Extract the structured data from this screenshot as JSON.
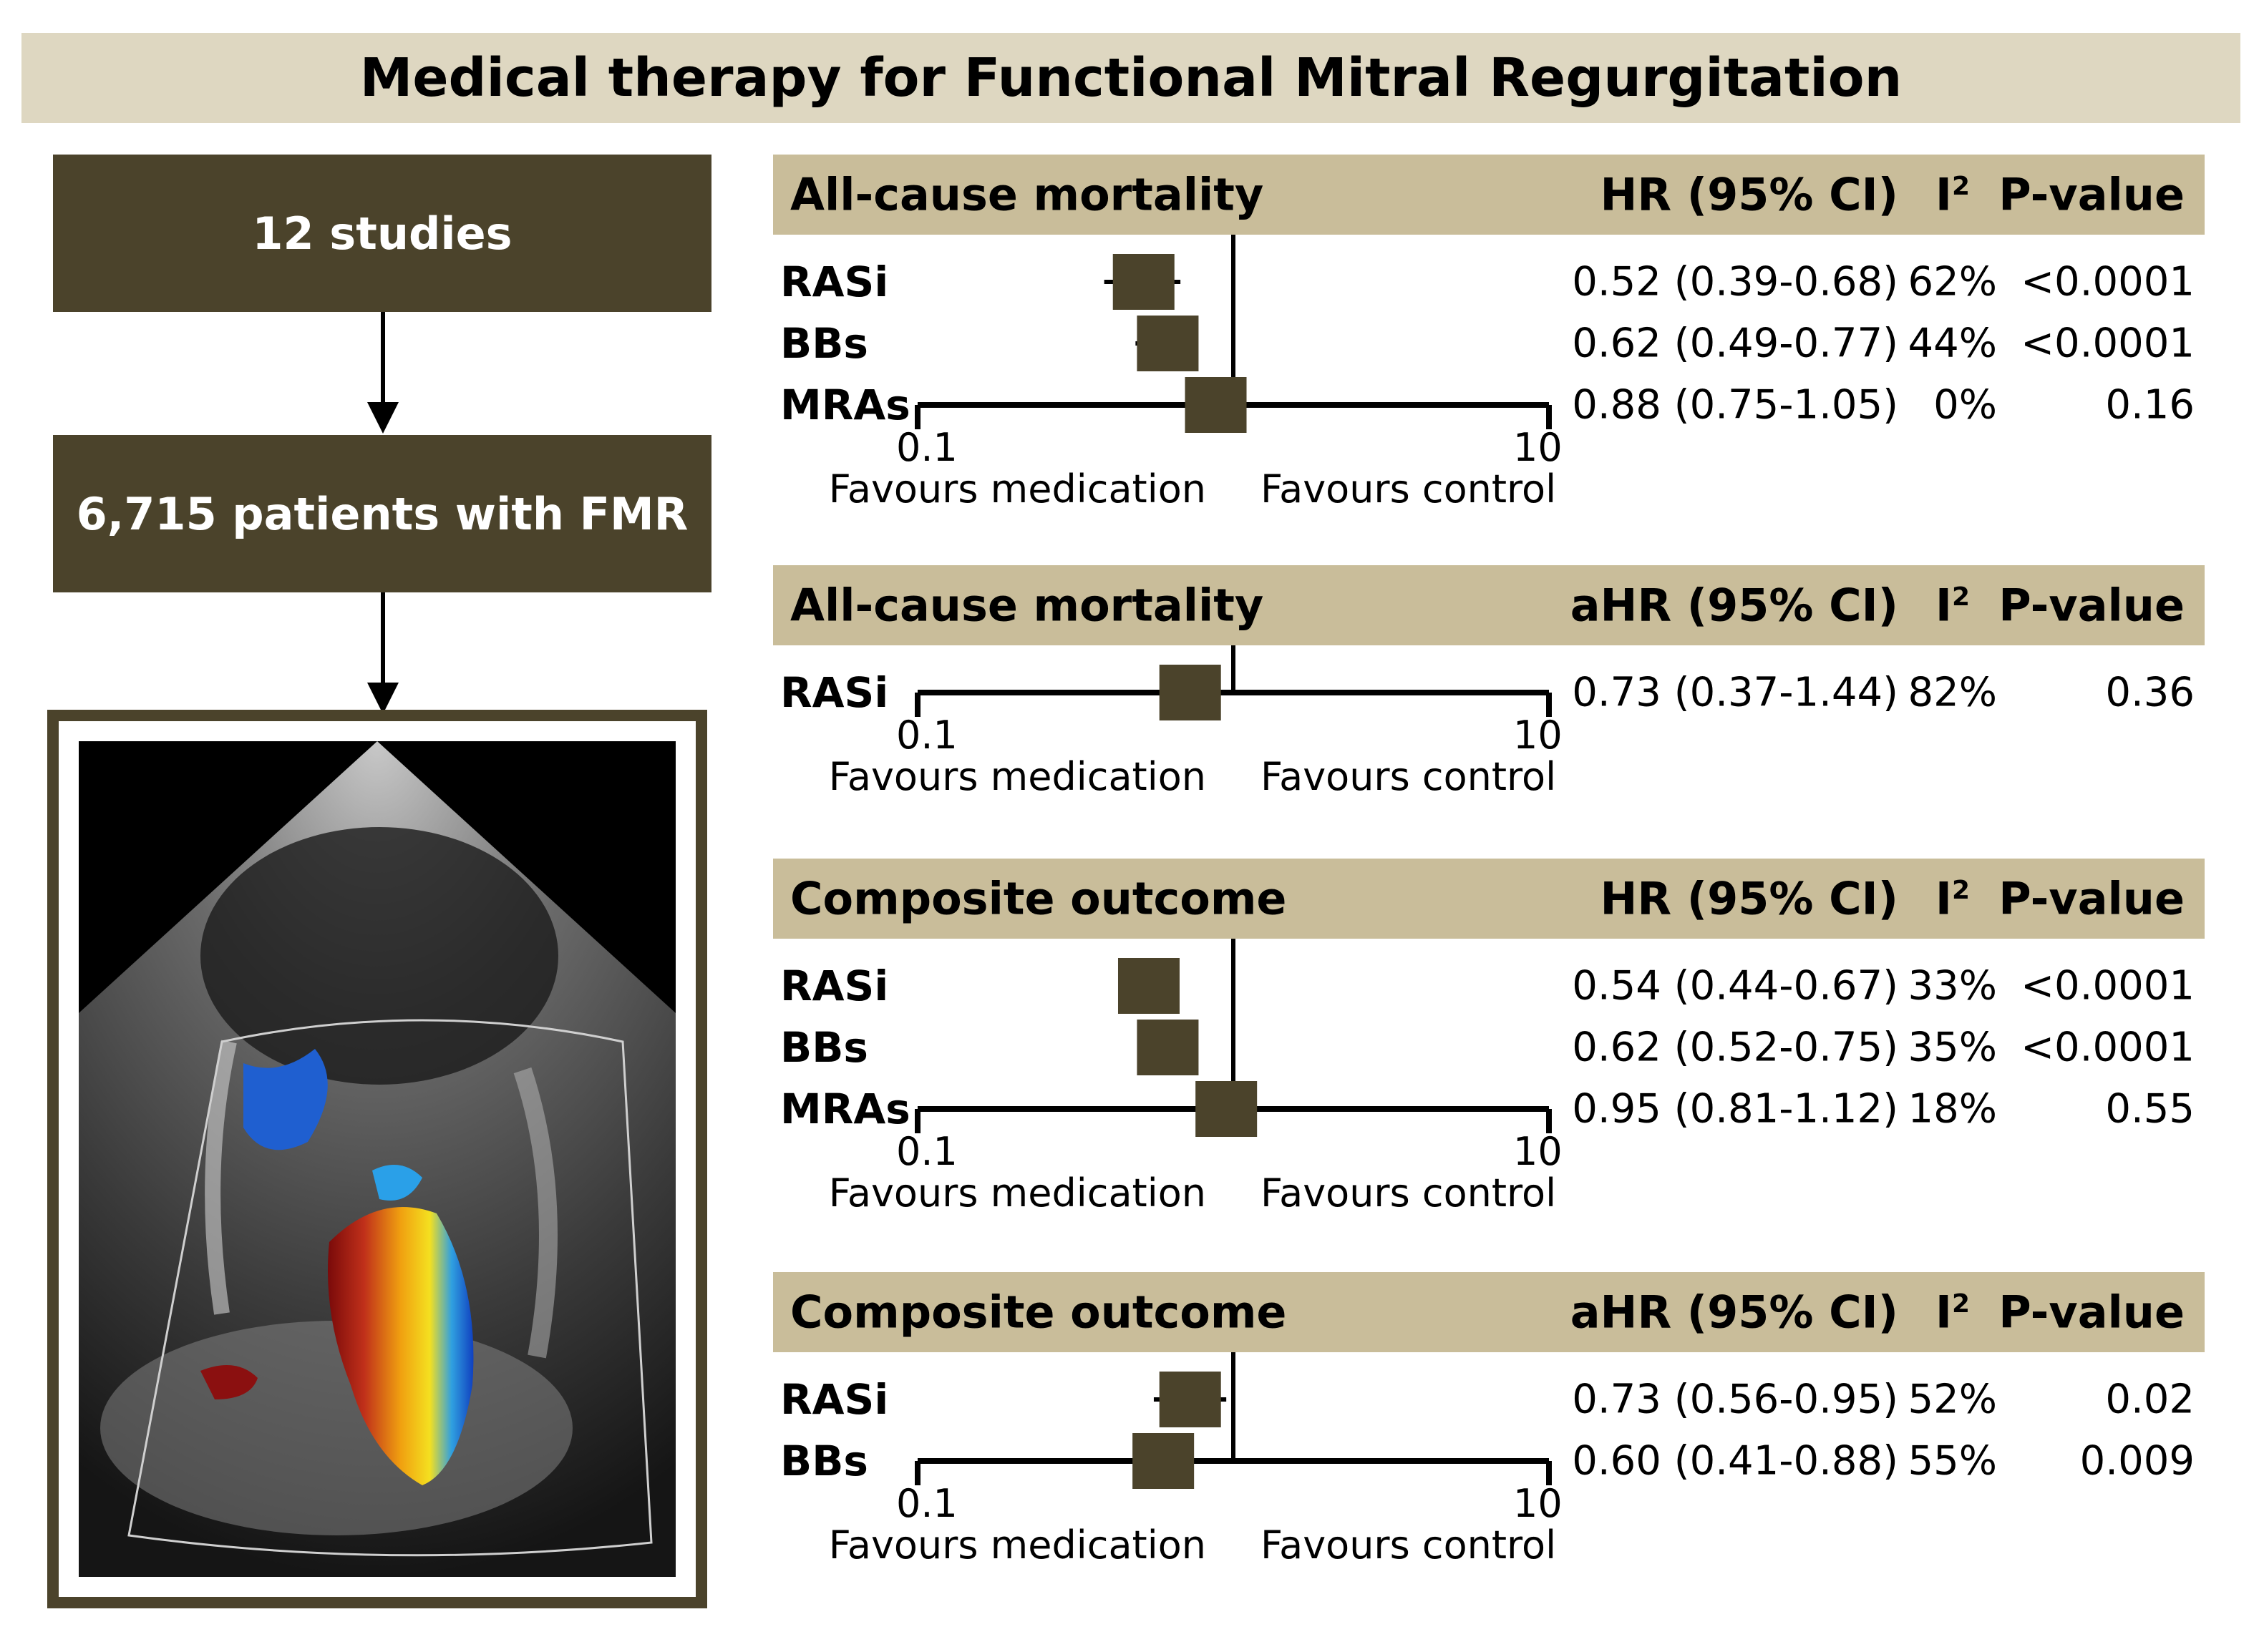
{
  "title": "Medical therapy for Functional Mitral Regurgitation",
  "flow": {
    "studies": "12 studies",
    "patients": "6,715 patients with FMR"
  },
  "panels": [
    {
      "title": "All-cause mortality",
      "cols": {
        "hr": "HR (95% CI)",
        "i2": "I",
        "i2_sup": "2",
        "p": "P-value"
      },
      "axis": {
        "min_label": "0.1",
        "max_label": "10",
        "left_text": "Favours medication",
        "right_text": "Favours control"
      },
      "rows": [
        {
          "label": "RASi",
          "hr_text": "0.52 (0.39-0.68)",
          "i2": "62%",
          "p": "<0.0001",
          "hr": 0.52,
          "lo": 0.39,
          "hi": 0.68
        },
        {
          "label": "BBs",
          "hr_text": "0.62 (0.49-0.77)",
          "i2": "44%",
          "p": "<0.0001",
          "hr": 0.62,
          "lo": 0.49,
          "hi": 0.77
        },
        {
          "label": "MRAs",
          "hr_text": "0.88 (0.75-1.05)",
          "i2": "0%",
          "p": "0.16",
          "hr": 0.88,
          "lo": 0.75,
          "hi": 1.05
        }
      ]
    },
    {
      "title": "All-cause mortality",
      "cols": {
        "hr": "aHR (95% CI)",
        "i2": "I",
        "i2_sup": "2",
        "p": "P-value"
      },
      "axis": {
        "min_label": "0.1",
        "max_label": "10",
        "left_text": "Favours medication",
        "right_text": "Favours control"
      },
      "rows": [
        {
          "label": "RASi",
          "hr_text": "0.73 (0.37-1.44)",
          "i2": "82%",
          "p": "0.36",
          "hr": 0.73,
          "lo": 0.37,
          "hi": 1.44
        }
      ]
    },
    {
      "title": "Composite outcome",
      "cols": {
        "hr": "HR (95% CI)",
        "i2": "I",
        "i2_sup": "2",
        "p": "P-value"
      },
      "axis": {
        "min_label": "0.1",
        "max_label": "10",
        "left_text": "Favours medication",
        "right_text": "Favours control"
      },
      "rows": [
        {
          "label": "RASi",
          "hr_text": "0.54 (0.44-0.67)",
          "i2": "33%",
          "p": "<0.0001",
          "hr": 0.54,
          "lo": 0.44,
          "hi": 0.67
        },
        {
          "label": "BBs",
          "hr_text": "0.62 (0.52-0.75)",
          "i2": "35%",
          "p": "<0.0001",
          "hr": 0.62,
          "lo": 0.52,
          "hi": 0.75
        },
        {
          "label": "MRAs",
          "hr_text": "0.95 (0.81-1.12)",
          "i2": "18%",
          "p": "0.55",
          "hr": 0.95,
          "lo": 0.81,
          "hi": 1.12
        }
      ]
    },
    {
      "title": "Composite outcome",
      "cols": {
        "hr": "aHR (95% CI)",
        "i2": "I",
        "i2_sup": "2",
        "p": "P-value"
      },
      "axis": {
        "min_label": "0.1",
        "max_label": "10",
        "left_text": "Favours medication",
        "right_text": "Favours control"
      },
      "rows": [
        {
          "label": "RASi",
          "hr_text": "0.73 (0.56-0.95)",
          "i2": "52%",
          "p": "0.02",
          "hr": 0.73,
          "lo": 0.56,
          "hi": 0.95
        },
        {
          "label": "BBs",
          "hr_text": "0.60 (0.41-0.88)",
          "i2": "55%",
          "p": "0.009",
          "hr": 0.6,
          "lo": 0.41,
          "hi": 0.88
        }
      ]
    }
  ],
  "colors": {
    "marker": "#4b432b",
    "header": "#c9bd9a",
    "title_bar": "#ded7c1"
  }
}
